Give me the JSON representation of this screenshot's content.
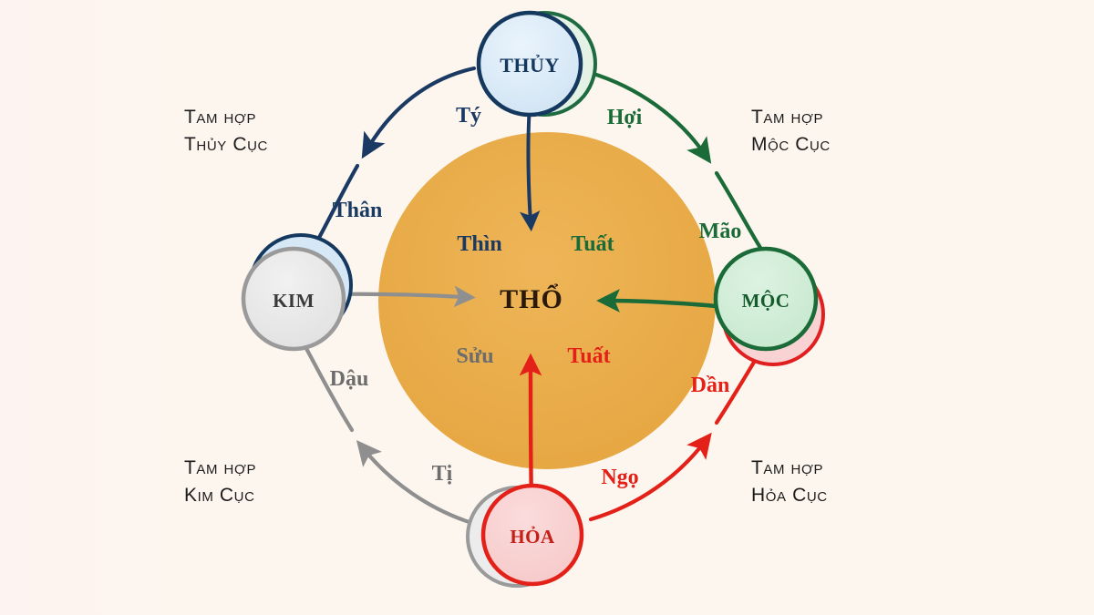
{
  "background_color": "#fdf5f0",
  "center": {
    "label": "THỔ",
    "fill": "#e9ab49",
    "text_color": "#2b1a0b"
  },
  "nodes": [
    {
      "id": "thuy",
      "label": "THỦY",
      "stroke": "#15385f",
      "fill": "#d6e7f5",
      "text_color": "#15385f",
      "shadow_stroke": "#1f6b41",
      "shadow_fill": "#e4f2e6"
    },
    {
      "id": "moc",
      "label": "MỘC",
      "stroke": "#1a6b37",
      "fill": "#cdebd4",
      "text_color": "#145c2c",
      "shadow_stroke": "#e02020",
      "shadow_fill": "#f9d3d3"
    },
    {
      "id": "hoa",
      "label": "HỎA",
      "stroke": "#e32119",
      "fill": "#f8cfcf",
      "text_color": "#c4201a",
      "shadow_stroke": "#9a9a9a",
      "shadow_fill": "#ececec"
    },
    {
      "id": "kim",
      "label": "KIM",
      "stroke": "#9a9a9a",
      "fill": "#e6e6e6",
      "text_color": "#3a3a3a",
      "shadow_stroke": "#15385f",
      "shadow_fill": "#d6e7f5"
    }
  ],
  "arcs": [
    {
      "id": "thuy-cuc",
      "color": "#1a3a63",
      "corner_title": "Tam hợp",
      "corner_subtitle": "Thủy Cục",
      "branch_start": "Thân",
      "branch_end": "Tý"
    },
    {
      "id": "moc-cuc",
      "color": "#1a6b37",
      "corner_title": "Tam hợp",
      "corner_subtitle": "Mộc Cục",
      "branch_start": "Hợi",
      "branch_end": "Mão"
    },
    {
      "id": "hoa-cuc",
      "color": "#e32119",
      "corner_title": "Tam hợp",
      "corner_subtitle": "Hỏa Cục",
      "branch_start": "Ngọ",
      "branch_end": "Dần"
    },
    {
      "id": "kim-cuc",
      "color": "#8f8f8f",
      "corner_title": "Tam hợp",
      "corner_subtitle": "Kim Cục",
      "branch_start": "Tị",
      "branch_end": "Dậu"
    }
  ],
  "center_branches": [
    {
      "id": "thin",
      "label": "Thìn",
      "color": "#1a3a63"
    },
    {
      "id": "tuat-green",
      "label": "Tuất",
      "color": "#1a6b37"
    },
    {
      "id": "suu",
      "label": "Sửu",
      "color": "#6d6d6d"
    },
    {
      "id": "tuat-red",
      "label": "Tuất",
      "color": "#e32119"
    }
  ],
  "inward_arrows": [
    {
      "id": "thuy-to-tho",
      "color": "#1a3a63"
    },
    {
      "id": "moc-to-tho",
      "color": "#1a6b37"
    },
    {
      "id": "hoa-to-tho",
      "color": "#e32119"
    },
    {
      "id": "kim-to-tho",
      "color": "#8f8f8f"
    }
  ]
}
